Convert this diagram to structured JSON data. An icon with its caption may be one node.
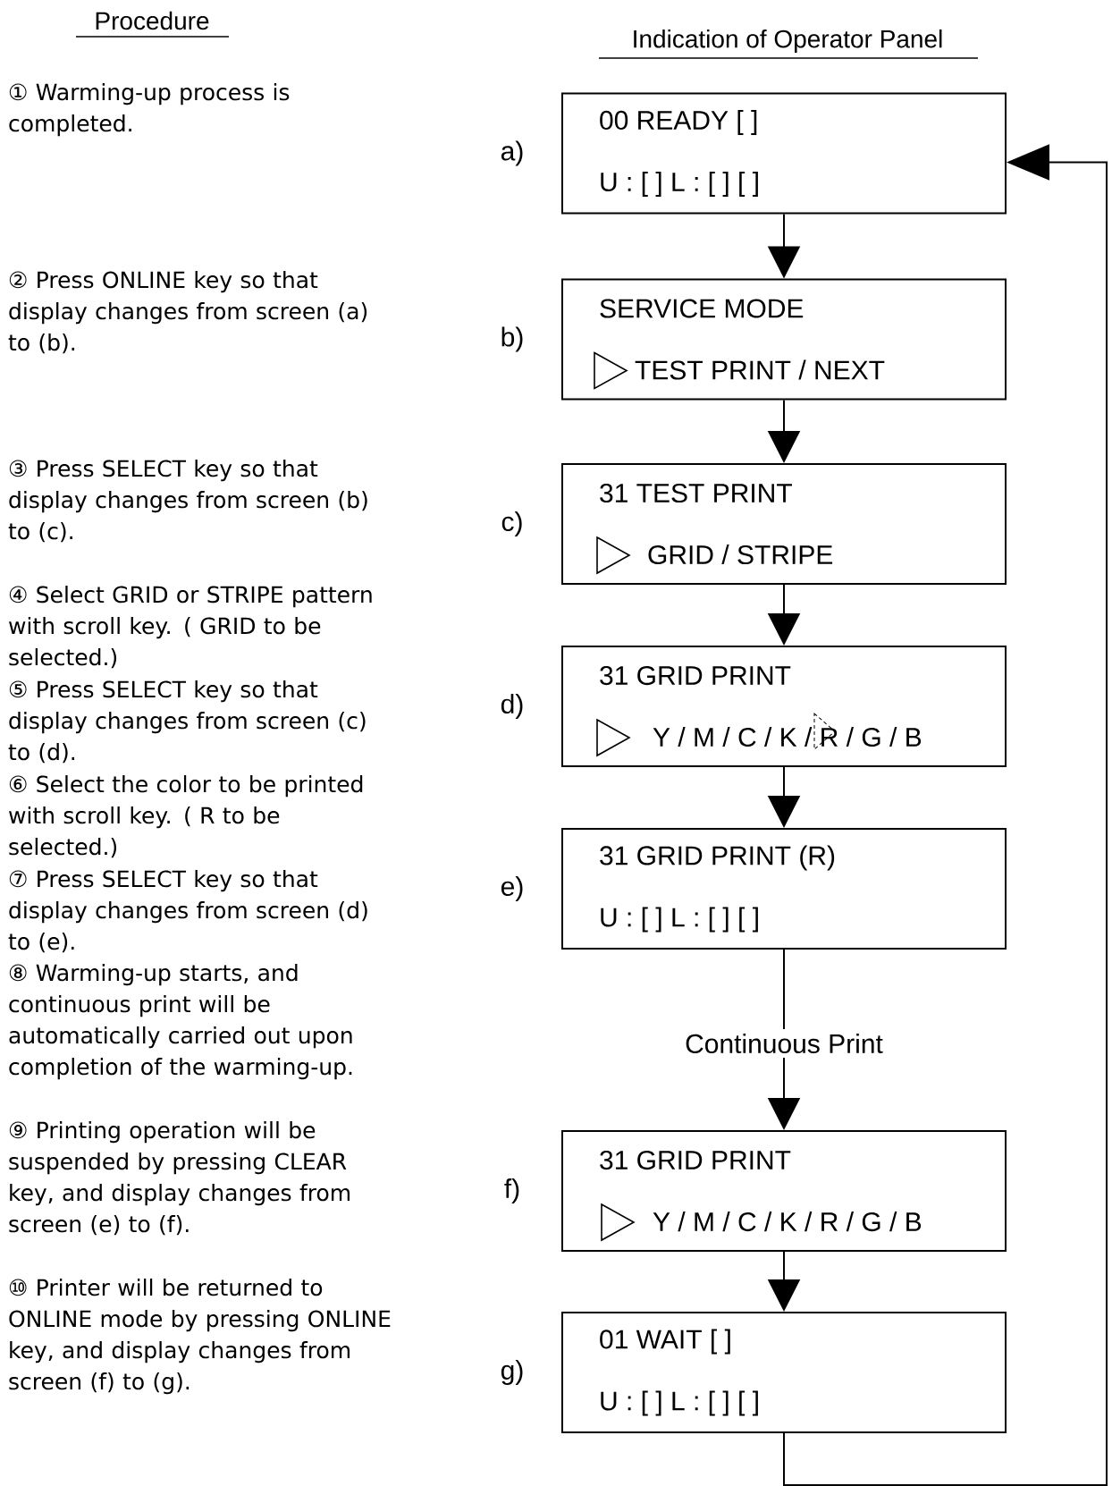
{
  "diagram": {
    "nodes": [
      {
        "text": [
          "00 READY [ ]",
          "U : [ ] L : [ ] [ ]"
        ],
        "beside": [
          "a)"
        ]
      },
      {
        "text": [
          "SERVICE MODE",
          "TEST PRINT / NEXT"
        ],
        "beside": [
          "b)"
        ]
      },
      {
        "text": [
          "31 TEST PRINT",
          "GRID / STRIPE"
        ],
        "beside": [
          "c)"
        ]
      },
      {
        "text": [
          "31 GRID PRINT",
          "Y / M / C / K / R / G / B"
        ],
        "beside": [
          "d)"
        ]
      },
      {
        "text": [
          "31 GRID PRINT (R)",
          "U : [ ] L : [ ] [ ]"
        ],
        "beside": [
          "e)"
        ]
      },
      {
        "text": [
          "31 GRID PRINT",
          "Y / M / C / K / R / G / B"
        ],
        "beside": [
          "f)"
        ]
      },
      {
        "text": [
          "01 WAIT [ ]",
          "U : [ ] L : [ ] [ ]"
        ],
        "beside": [
          "g)"
        ]
      },
      {
        "text": [
          "Continuous Print"
        ]
      }
    ],
    "edges": [
      {
        "from": 0,
        "to": 1,
        "arrow": "to"
      },
      {
        "from": 1,
        "to": 2,
        "arrow": "to"
      },
      {
        "from": 2,
        "to": 3,
        "arrow": "to"
      },
      {
        "from": 3,
        "to": 4,
        "arrow": "to"
      },
      {
        "from": 4,
        "to": 7,
        "arrow": "none"
      },
      {
        "from": 7,
        "to": 5,
        "arrow": "to"
      },
      {
        "from": 5,
        "to": 6,
        "arrow": "to"
      },
      {
        "from": 6,
        "to": 0,
        "arrow": "to"
      }
    ],
    "labels": [
      "Procedure",
      "Indication of Operator Panel",
      "① Warming-up process is completed.",
      "② Press ONLINE key so that display changes from screen (a) to (b).",
      "③ Press SELECT key so that display changes from screen (b) to (c).",
      "④ Select GRID or STRIPE pattern with scroll key. ( GRID to be selected.)",
      "⑤ Press SELECT key so that display changes from screen (c) to (d).",
      "⑥ Select the color to be printed with scroll key. ( R to be selected.)",
      "⑦ Press SELECT key so that display changes from screen (d) to (e).",
      "⑧ Warming-up starts, and continuous print will be automatically carried out upon completion of the warming-up.",
      "⑨ Printing operation will be suspended by pressing CLEAR key, and display changes from screen (e) to (f).",
      "⑩ Printer will be returned to ONLINE mode by pressing ONLINE key, and display changes from screen (f) to (g)."
    ]
  }
}
